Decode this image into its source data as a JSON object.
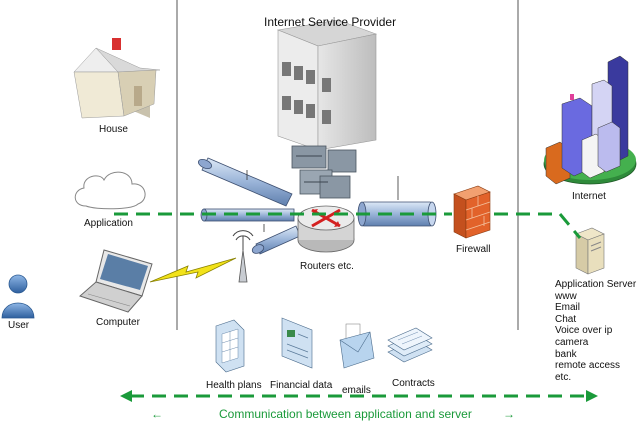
{
  "title": "Internet Service Provider",
  "labels": {
    "house": "House",
    "application": "Application",
    "computer": "Computer",
    "user": "User",
    "routers": "Routers etc.",
    "firewall": "Firewall",
    "internet": "Internet"
  },
  "application_server": {
    "heading": "Application Server",
    "services": [
      "www",
      "Email",
      "Chat",
      "Voice over ip",
      "camera",
      "bank",
      "remote access",
      "etc."
    ]
  },
  "data_types": [
    "Health plans",
    "Financial data",
    "emails",
    "Contracts"
  ],
  "communication": {
    "caption": "Communication between application and server",
    "left_arrow": "←",
    "right_arrow": "→"
  },
  "colors": {
    "flow_line": "#1a9a3a",
    "firewall": "#e2622a",
    "user": "#4a7fc1"
  }
}
